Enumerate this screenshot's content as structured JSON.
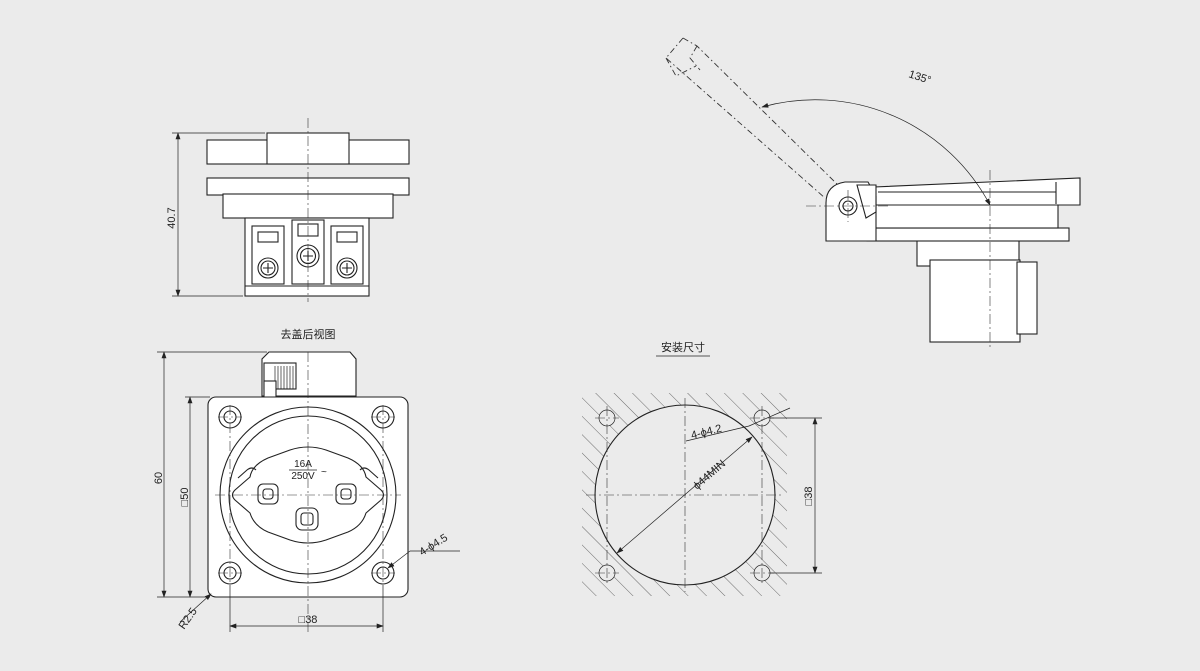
{
  "colors": {
    "background": "#ebebeb",
    "line": "#222222",
    "fill": "#ffffff"
  },
  "front_view": {
    "height_dim": "40.7"
  },
  "rear_view": {
    "title": "去盖后视图",
    "rating_current": "16A",
    "rating_voltage": "250V",
    "ac_symbol": "~",
    "dim_height": "60",
    "dim_mount_height": "□50",
    "dim_mount_width": "□38",
    "dim_holes": "4-ϕ4.5",
    "dim_radius": "R2.5"
  },
  "side_view": {
    "angle": "135°"
  },
  "mounting": {
    "title": "安装尺寸",
    "dim_holes": "4-ϕ4.2",
    "dim_cutout": "ϕ44MIN",
    "dim_spacing": "□38"
  }
}
